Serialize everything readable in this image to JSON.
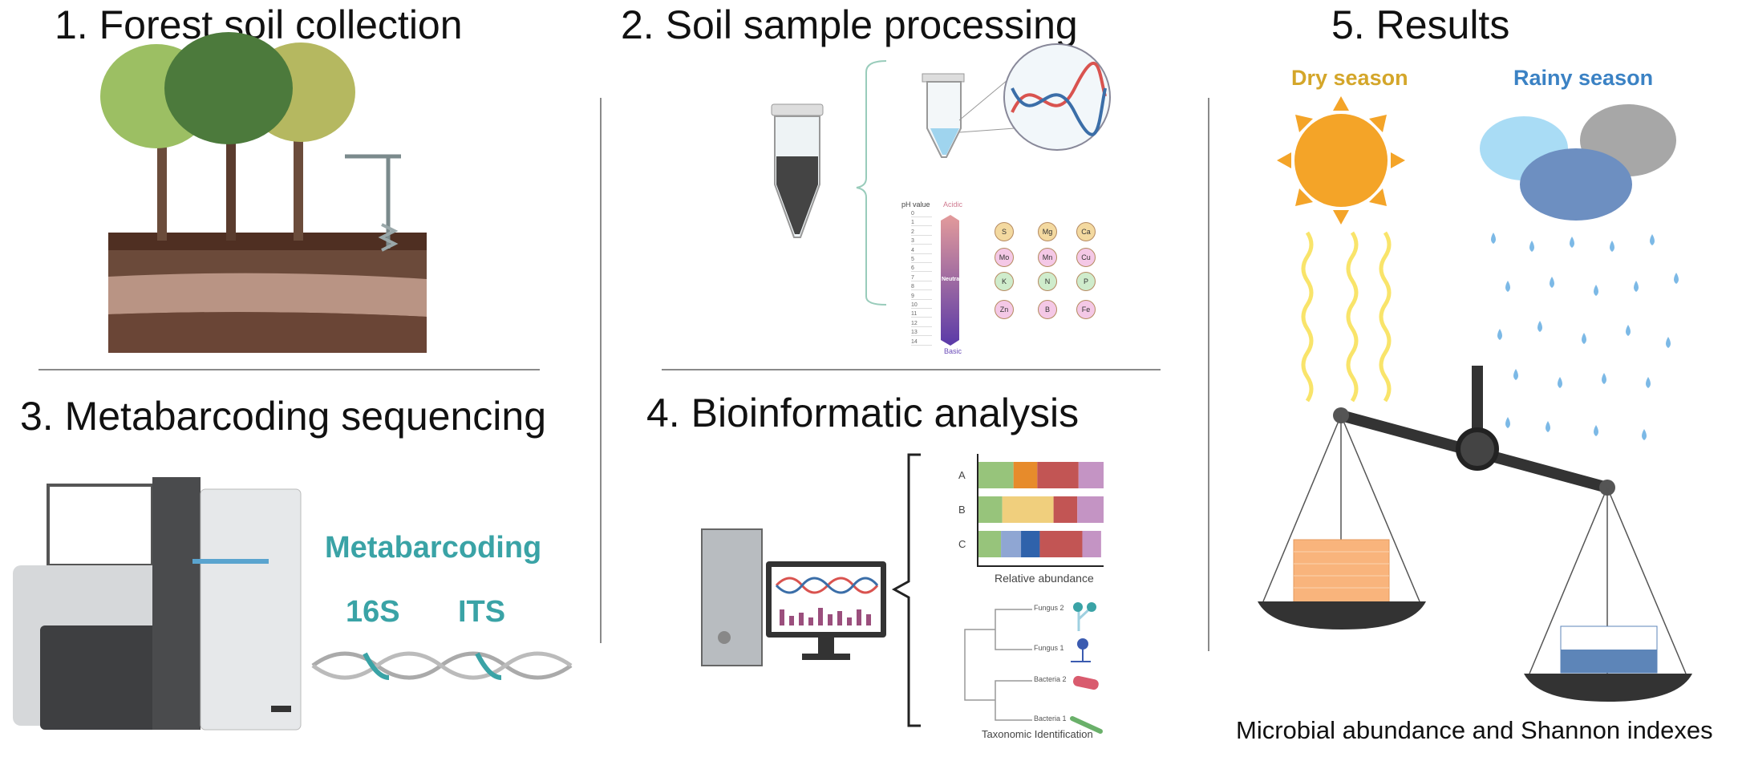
{
  "panels": {
    "p1": {
      "title": "1. Forest soil collection"
    },
    "p2": {
      "title": "2. Soil sample processing",
      "ph_scale": {
        "label": "pH value",
        "top": "Acidic",
        "middle": "Neutral",
        "bottom": "Basic",
        "ticks": [
          "0",
          "1",
          "2",
          "3",
          "4",
          "5",
          "6",
          "7",
          "8",
          "9",
          "10",
          "11",
          "12",
          "13",
          "14"
        ]
      },
      "elements": [
        {
          "symbol": "S",
          "color": "#f3d9a0"
        },
        {
          "symbol": "Mg",
          "color": "#f3d9a0"
        },
        {
          "symbol": "Ca",
          "color": "#f3d9a0"
        },
        {
          "symbol": "Mo",
          "color": "#f4c8e6"
        },
        {
          "symbol": "Mn",
          "color": "#f4c8e6"
        },
        {
          "symbol": "Cu",
          "color": "#f4c8e6"
        },
        {
          "symbol": "K",
          "color": "#cfeccc"
        },
        {
          "symbol": "N",
          "color": "#cfeccc"
        },
        {
          "symbol": "P",
          "color": "#cfeccc"
        },
        {
          "symbol": "Zn",
          "color": "#f4c8e6"
        },
        {
          "symbol": "B",
          "color": "#f4c8e6"
        },
        {
          "symbol": "Fe",
          "color": "#f4c8e6"
        }
      ]
    },
    "p3": {
      "title": "3. Metabarcoding sequencing",
      "method": "Metabarcoding",
      "marker1": "16S",
      "marker2": "ITS",
      "accent": "#3aa3a6"
    },
    "p4": {
      "title": "4. Bioinformatic analysis",
      "abundance": {
        "xlabel": "Relative abundance",
        "rows": [
          "A",
          "B",
          "C"
        ]
      },
      "tree": {
        "leaves": [
          "Fungus 2",
          "Fungus 1",
          "Bacteria 2",
          "Bacteria 1"
        ],
        "caption": "Taxonomic Identification"
      }
    },
    "p5": {
      "title": "5. Results",
      "dry": "Dry season",
      "rainy": "Rainy season",
      "dry_color": "#d4a62a",
      "rainy_color": "#3b82c4",
      "caption": "Microbial abundance and Shannon indexes"
    }
  }
}
